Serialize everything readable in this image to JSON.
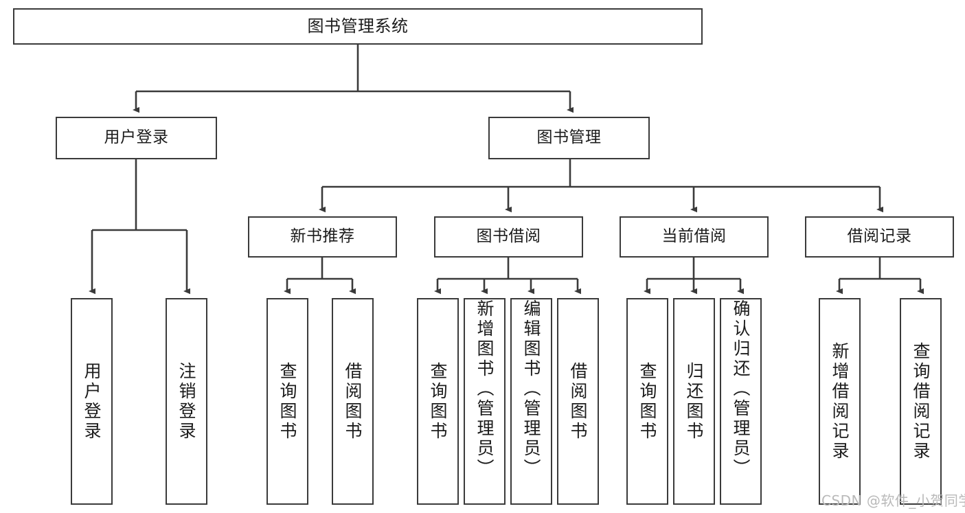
{
  "diagram": {
    "type": "tree",
    "title": "图书管理系统",
    "root": {
      "label": "图书管理系统"
    },
    "level2": [
      {
        "id": "user-login",
        "label": "用户登录"
      },
      {
        "id": "book-manage",
        "label": "图书管理"
      }
    ],
    "level3": [
      {
        "id": "new-book-rec",
        "label": "新书推荐",
        "parent": "book-manage"
      },
      {
        "id": "book-borrow",
        "label": "图书借阅",
        "parent": "book-manage"
      },
      {
        "id": "current-borrow",
        "label": "当前借阅",
        "parent": "book-manage"
      },
      {
        "id": "borrow-record",
        "label": "借阅记录",
        "parent": "book-manage"
      }
    ],
    "leaves": [
      {
        "id": "leaf-user-login",
        "label": "用户登录",
        "parent": "user-login"
      },
      {
        "id": "leaf-logout",
        "label": "注销登录",
        "parent": "user-login"
      },
      {
        "id": "leaf-query-book-1",
        "label": "查询图书",
        "parent": "new-book-rec"
      },
      {
        "id": "leaf-borrow-book-1",
        "label": "借阅图书",
        "parent": "new-book-rec"
      },
      {
        "id": "leaf-query-book-2",
        "label": "查询图书",
        "parent": "book-borrow"
      },
      {
        "id": "leaf-add-book",
        "label": "新增图书（管理员）",
        "parent": "book-borrow"
      },
      {
        "id": "leaf-edit-book",
        "label": "编辑图书（管理员）",
        "parent": "book-borrow"
      },
      {
        "id": "leaf-borrow-book-2",
        "label": "借阅图书",
        "parent": "book-borrow"
      },
      {
        "id": "leaf-query-book-3",
        "label": "查询图书",
        "parent": "current-borrow"
      },
      {
        "id": "leaf-return-book",
        "label": "归还图书",
        "parent": "current-borrow"
      },
      {
        "id": "leaf-confirm-return",
        "label": "确认归还（管理员）",
        "parent": "current-borrow"
      },
      {
        "id": "leaf-add-record",
        "label": "新增借阅记录",
        "parent": "borrow-record"
      },
      {
        "id": "leaf-query-record",
        "label": "查询借阅记录",
        "parent": "borrow-record"
      }
    ],
    "colors": {
      "stroke": "#3a3a3a",
      "text": "#1b1b1b",
      "background": "#ffffff",
      "watermark": "#b9b9b9"
    }
  },
  "watermark": {
    "text": "CSDN @软件_小贺同学"
  }
}
